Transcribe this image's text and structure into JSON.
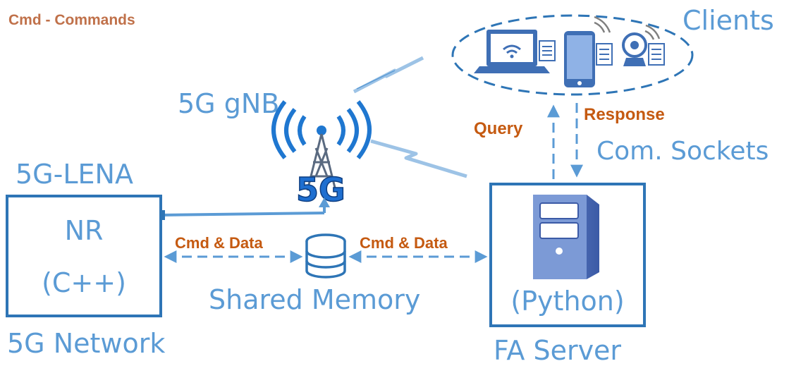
{
  "legend": "Cmd - Commands",
  "clients": {
    "title": "Clients"
  },
  "gnb": {
    "title": "5G gNB",
    "badge": "5G"
  },
  "lena": {
    "title": "5G-LENA",
    "box_line1": "NR",
    "box_line2": "(C++)",
    "caption": "5G Network"
  },
  "server": {
    "box_label": "(Python)",
    "caption": "FA Server"
  },
  "shared_memory": {
    "label": "Shared Memory"
  },
  "links": {
    "left_cmd": "Cmd & Data",
    "right_cmd": "Cmd & Data",
    "query": "Query",
    "response": "Response",
    "sockets": "Com. Sockets"
  },
  "colors": {
    "accent_blue": "#2e75b6",
    "label_blue": "#5b9bd5",
    "label_orange": "#c55a11"
  }
}
